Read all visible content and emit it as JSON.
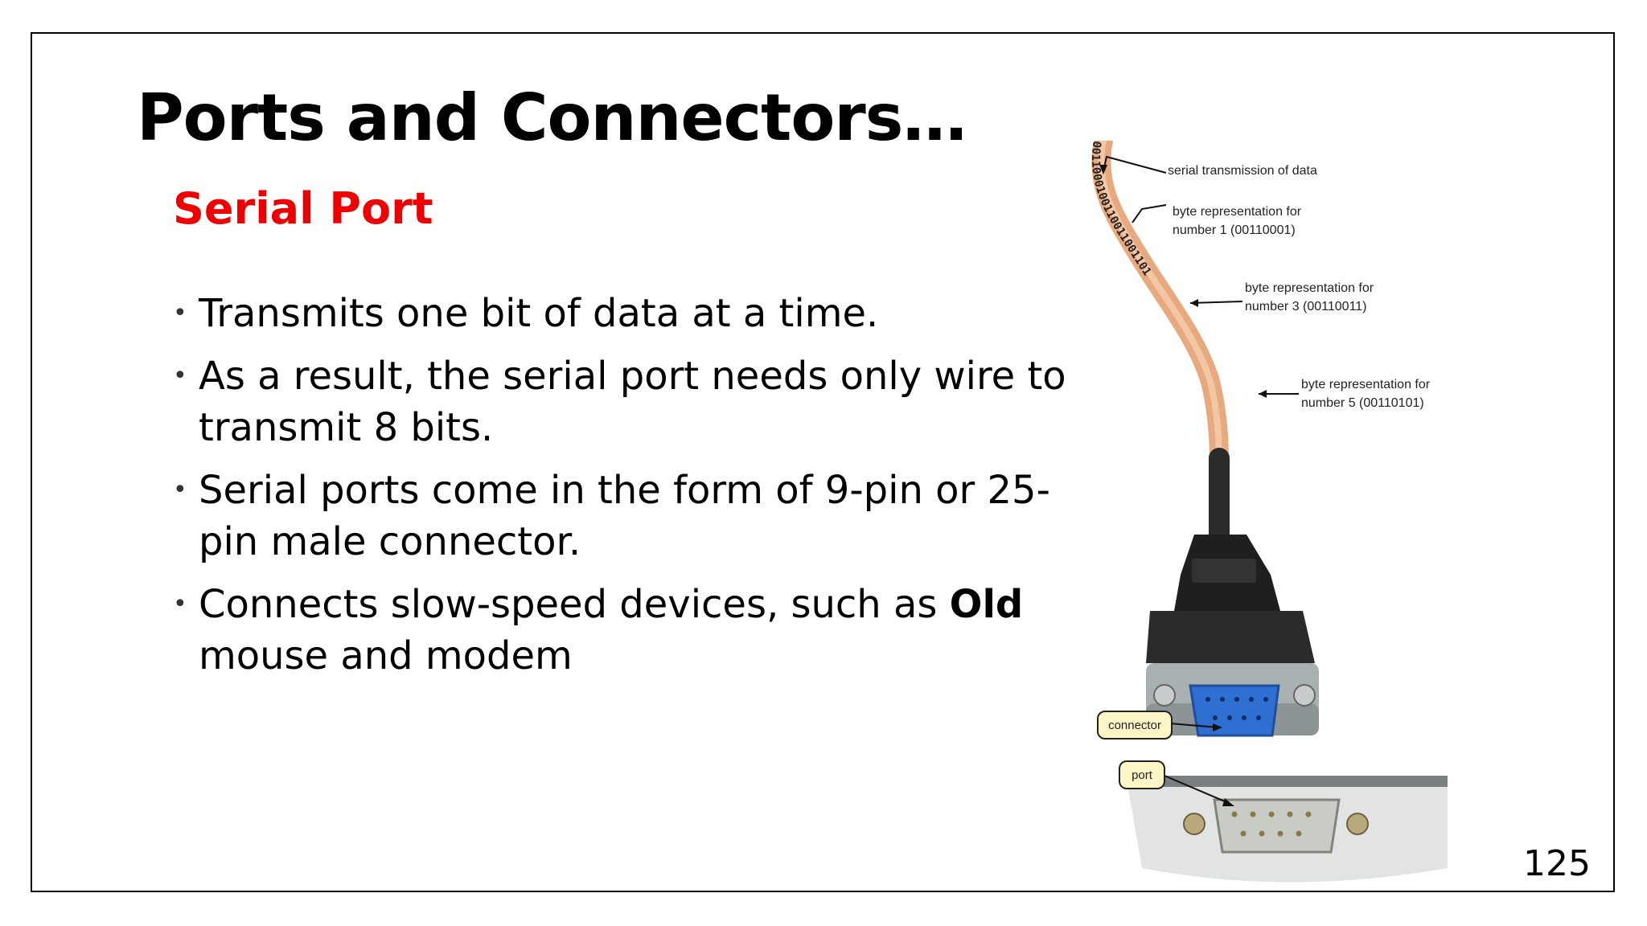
{
  "slide": {
    "title": "Ports and Connectors…",
    "subtitle": "Serial Port",
    "bullets": [
      {
        "text": "Transmits one bit of data at a time."
      },
      {
        "text": "As a result, the serial port needs only wire to transmit 8 bits."
      },
      {
        "text": "Serial ports come in the form of 9-pin or 25-pin male connector."
      },
      {
        "text_before": "Connects slow-speed devices, such as ",
        "bold": "Old",
        "text_after": " mouse and modem"
      }
    ],
    "page_number": "125"
  },
  "figure": {
    "labels": {
      "serial": "serial transmission of data",
      "byte1_line1": "byte representation for",
      "byte1_line2": "number 1 (00110001)",
      "byte3_line1": "byte representation for",
      "byte3_line2": "number 3 (00110011)",
      "byte5_line1": "byte representation for",
      "byte5_line2": "number 5 (00110101)",
      "connector": "connector",
      "port": "port"
    },
    "bit_stream": "0011000100110011001101",
    "colors": {
      "cable_core": "#e8a97e",
      "cable_jacket": "#2a2a2a",
      "connector_blue": "#2f6fd1",
      "callout_fill": "#fff6c8"
    }
  }
}
